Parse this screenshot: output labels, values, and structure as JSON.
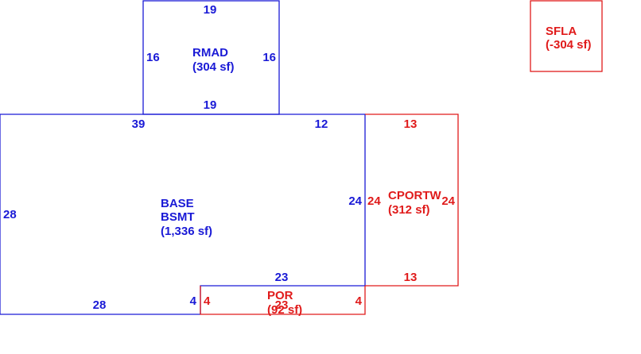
{
  "colors": {
    "blue": "#1a1ad6",
    "red": "#e01b1b",
    "background": "#ffffff"
  },
  "areas": {
    "rmad": {
      "name": "RMAD",
      "area": "(304 sf)",
      "top": "19",
      "bottom": "19",
      "left": "16",
      "right": "16"
    },
    "sfla": {
      "name": "SFLA",
      "area": "(-304 sf)"
    },
    "base": {
      "name_1": "BASE",
      "name_2": "BSMT",
      "area": "(1,336 sf)",
      "top_left": "39",
      "top_right": "12",
      "left": "28",
      "right": "24",
      "bottom": "28",
      "notch_width": "23",
      "notch_height": "4"
    },
    "cportw": {
      "name": "CPORTW",
      "area": "(312 sf)",
      "top": "13",
      "bottom": "13",
      "left": "24",
      "right": "24"
    },
    "por": {
      "name": "POR",
      "area": "(92 sf)",
      "top": "23",
      "left": "4",
      "right": "4"
    }
  }
}
